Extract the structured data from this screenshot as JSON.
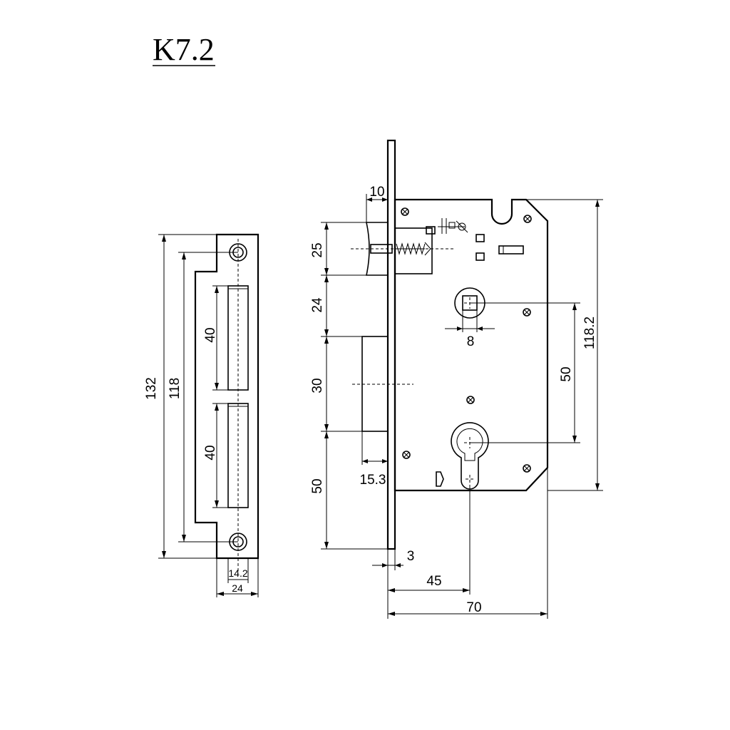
{
  "title": "K7.2",
  "strike_plate": {
    "dims": {
      "total_height": "132",
      "hole_spacing": "118",
      "slot_upper": "40",
      "slot_lower": "40",
      "slot_width": "14.2",
      "plate_width": "24"
    }
  },
  "lock_body": {
    "dims": {
      "faceplate_offset": "10",
      "latch_height": "25",
      "gap_latch_bolt": "24",
      "deadbolt_height": "30",
      "bolt_to_bottom": "50",
      "bolt_throw": "15.3",
      "spindle_square": "8",
      "spindle_to_cylinder": "50",
      "case_height": "118.2",
      "faceplate_thickness": "3",
      "backset": "45",
      "case_depth": "70"
    }
  }
}
